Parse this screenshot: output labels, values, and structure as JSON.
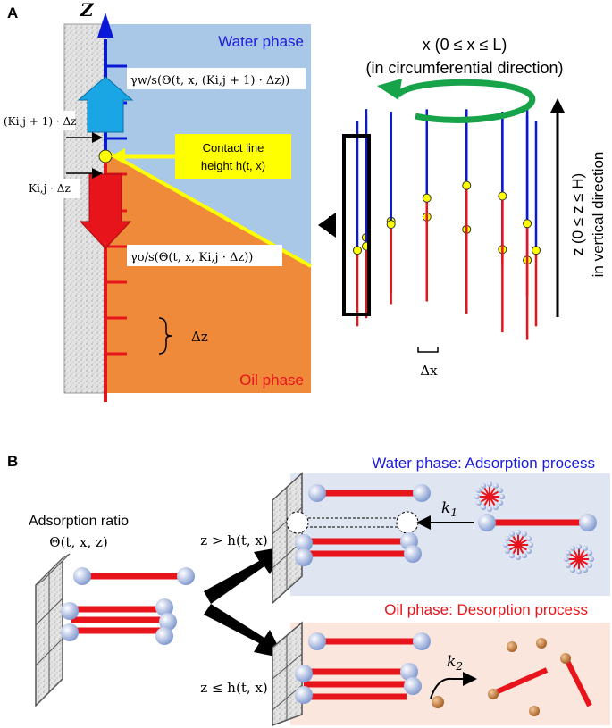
{
  "panel_a": {
    "label": "A",
    "z_axis": "Z",
    "water_phase": "Water phase",
    "oil_phase": "Oil phase",
    "gamma_ws": "γw/s(Θ(t, x, (Ki,j + 1) · Δz))",
    "gamma_os": "γo/s(Θ(t, x, Ki,j · Δz))",
    "k_plus_one": "(Ki,j + 1) · Δz",
    "k_dz": "Ki,j · Δz",
    "contact_line_1": "Contact line",
    "contact_line_2": "height h(t, x)",
    "delta_z": "Δz",
    "x_title_1": "x (0 ≤ x ≤ L)",
    "x_title_2": "(in circumferential direction)",
    "z_title_1": "z (0 ≤ z ≤ H)",
    "z_title_2": "in vertical direction",
    "delta_x": "Δx"
  },
  "panel_b": {
    "label": "B",
    "adsorption_ratio": "Adsorption ratio",
    "theta": "Θ(t, x, z)",
    "cond_above": "z > h(t, x)",
    "cond_below": "z ≤ h(t, x)",
    "water_process": "Water phase: Adsorption process",
    "oil_process": "Oil phase: Desorption process",
    "k1": "k1",
    "k2": "k2"
  },
  "colors": {
    "water_bg": "#a9c7e6",
    "oil_bg": "#ee8a3a",
    "blue": "#0a18d8",
    "red": "#e8141c",
    "yellow": "#ffff00",
    "green": "#17a34a"
  }
}
